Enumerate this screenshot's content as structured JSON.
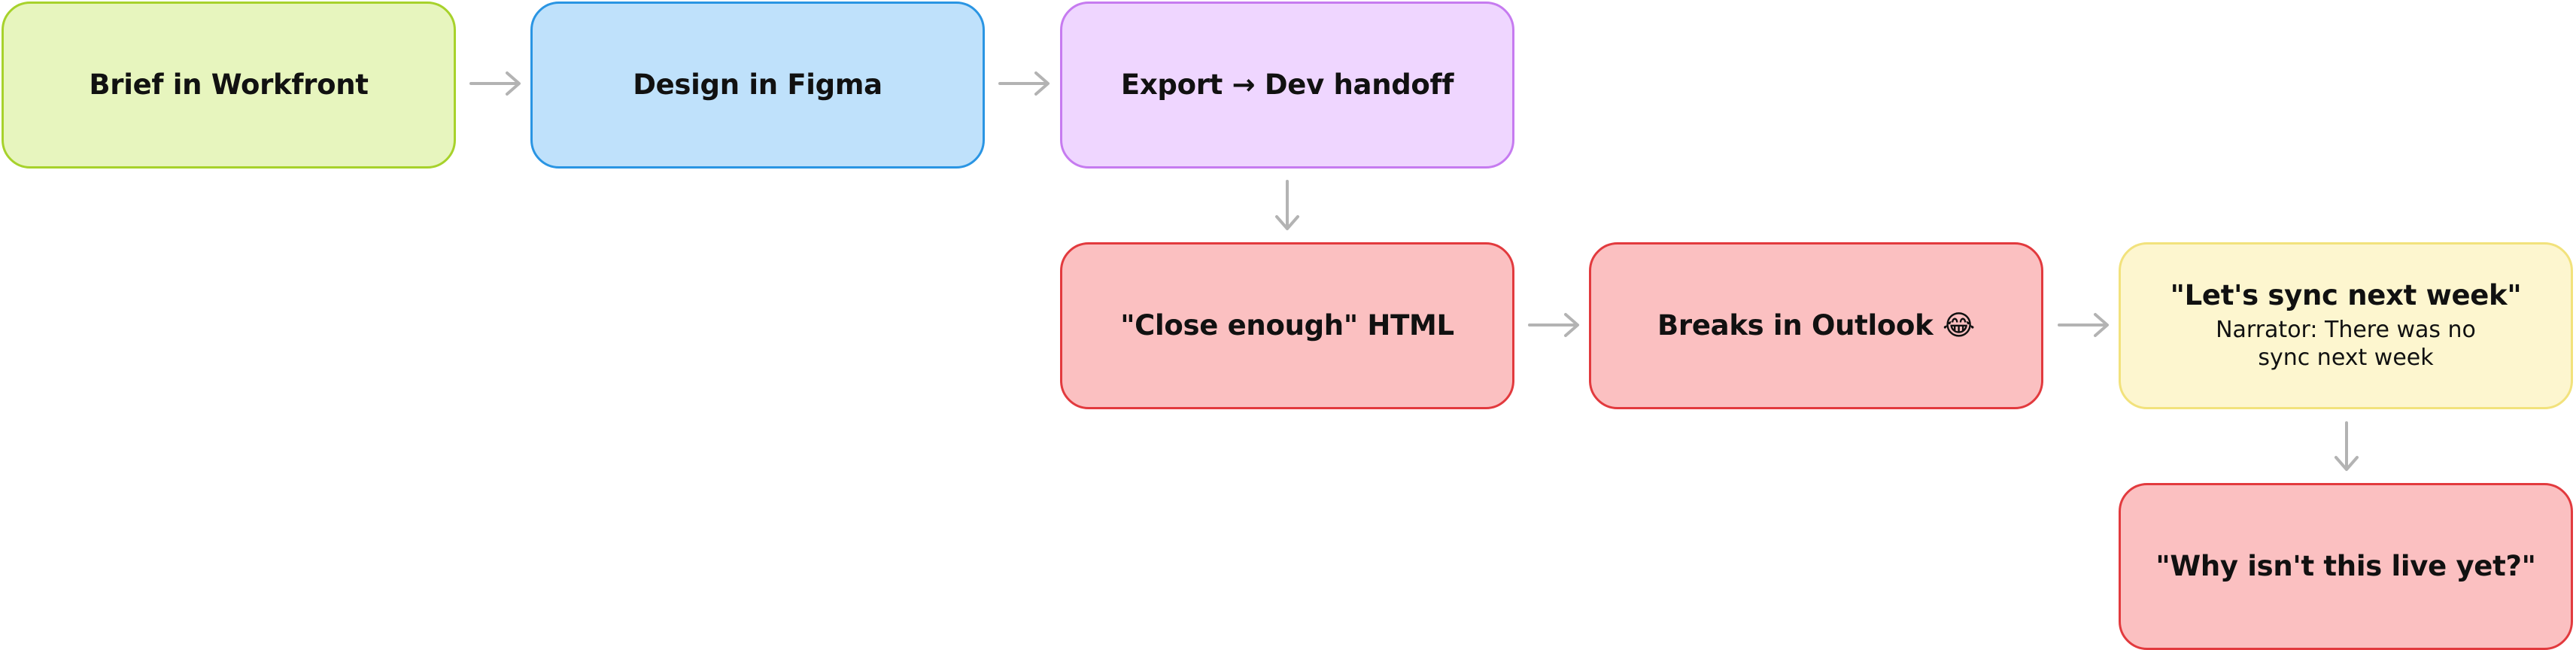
{
  "nodes": [
    {
      "title": "Brief in Workfront",
      "color": "#e7f5be",
      "border": "#a7d22b"
    },
    {
      "title": "Design in Figma",
      "color": "#bfe1fb",
      "border": "#2a95e3"
    },
    {
      "title": "Export → Dev handoff",
      "color": "#efd6ff",
      "border": "#c67bf0"
    },
    {
      "title": "\"Close enough\" HTML",
      "color": "#fbc0c1",
      "border": "#e23a3e"
    },
    {
      "title": "Breaks in Outlook 😂",
      "color": "#fbc0c1",
      "border": "#e23a3e"
    },
    {
      "title": "\"Let's sync next week\"",
      "subtitle": "Narrator: There was no sync next week",
      "color": "#fdf6cf",
      "border": "#f2e27c"
    },
    {
      "title": "\"Why isn't this live yet?\"",
      "color": "#fbc0c1",
      "border": "#e23a3e"
    }
  ],
  "edges": [
    {
      "from": 0,
      "to": 1
    },
    {
      "from": 1,
      "to": 2
    },
    {
      "from": 2,
      "to": 3
    },
    {
      "from": 3,
      "to": 4
    },
    {
      "from": 4,
      "to": 5
    },
    {
      "from": 5,
      "to": 6
    }
  ],
  "colors": {
    "arrow": "#b3b3b3"
  }
}
